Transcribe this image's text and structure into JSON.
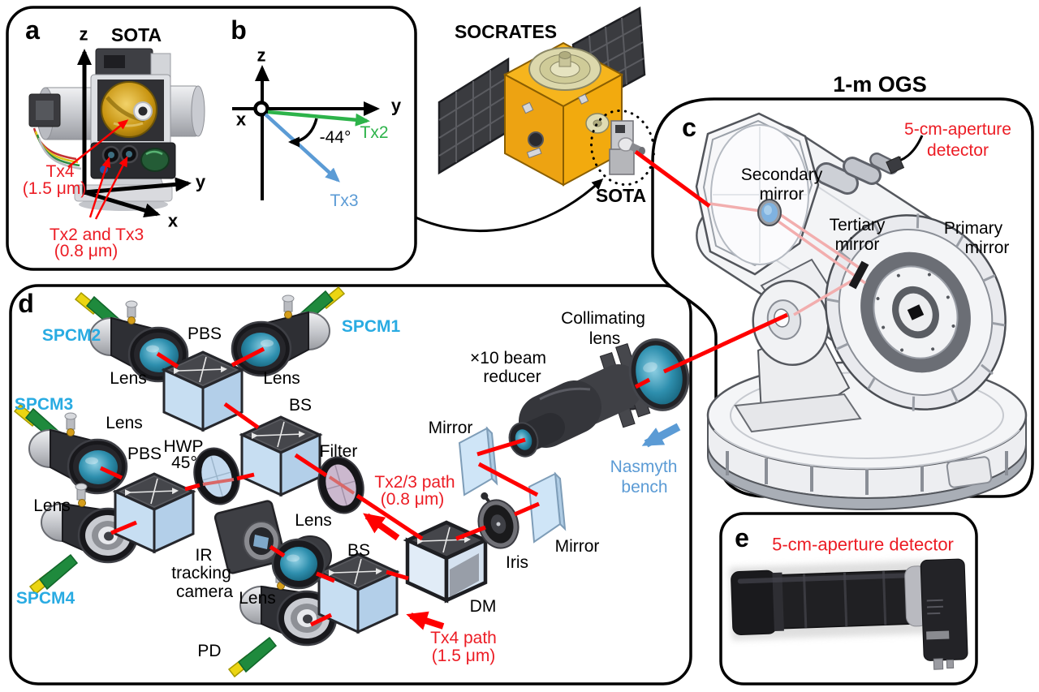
{
  "panels": {
    "a": "a",
    "b": "b",
    "c": "c",
    "d": "d",
    "e": "e"
  },
  "panel_a": {
    "title": "SOTA",
    "axis": {
      "x": "x",
      "y": "y",
      "z": "z"
    },
    "tx4_line1": "Tx4",
    "tx4_line2": "(1.5 μm)",
    "tx23_line1": "Tx2 and Tx3",
    "tx23_line2": "(0.8 μm)"
  },
  "panel_b": {
    "axis": {
      "x": "x",
      "y": "y",
      "z": "z"
    },
    "tx2": "Tx2",
    "tx3": "Tx3",
    "angle": "-44°"
  },
  "satellite": {
    "title": "SOCRATES",
    "terminal": "SOTA"
  },
  "panel_c": {
    "title": "1-m OGS",
    "detector_line1": "5-cm-aperture",
    "detector_line2": "detector",
    "secondary_line1": "Secondary",
    "secondary_line2": "mirror",
    "tertiary_line1": "Tertiary",
    "tertiary_line2": "mirror",
    "primary_line1": "Primary",
    "primary_line2": "mirror"
  },
  "panel_d": {
    "spcm1": "SPCM1",
    "spcm2": "SPCM2",
    "spcm3": "SPCM3",
    "spcm4": "SPCM4",
    "lens": "Lens",
    "pbs": "PBS",
    "bs": "BS",
    "mirror": "Mirror",
    "hwp_line1": "HWP",
    "hwp_line2": "45°",
    "filter": "Filter",
    "ir_line1": "IR",
    "ir_line2": "tracking",
    "ir_line3": "camera",
    "pd": "PD",
    "dm": "DM",
    "iris": "Iris",
    "reducer_line1": "×10 beam",
    "reducer_line2": "reducer",
    "collimating_line1": "Collimating",
    "collimating_line2": "lens",
    "nasmyth_line1": "Nasmyth",
    "nasmyth_line2": "bench",
    "tx23_path_line1": "Tx2/3 path",
    "tx23_path_line2": "(0.8 μm)",
    "tx4_path_line1": "Tx4 path",
    "tx4_path_line2": "(1.5 μm)"
  },
  "panel_e": {
    "caption": "5-cm-aperture detector"
  },
  "colors": {
    "red_label": "#EC1C24",
    "beam_red": "#FF0000",
    "beam_pale": "#F2AEAE",
    "cyan_label": "#29ABE2",
    "green_tx2": "#2DB34A",
    "blue_tx3": "#5B9BD5",
    "satellite_orange": "#F2AA0E"
  }
}
